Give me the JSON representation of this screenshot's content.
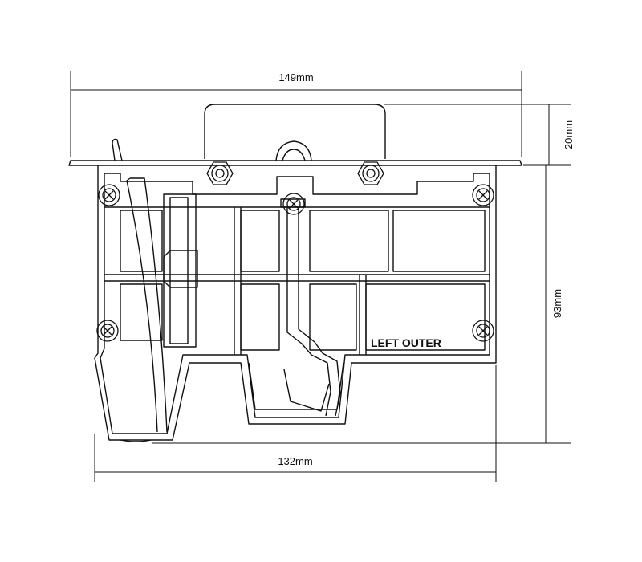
{
  "dimensions": {
    "top_width": "149mm",
    "tab_height": "20mm",
    "body_height": "93mm",
    "bottom_width": "132mm"
  },
  "part_label": "LEFT OUTER",
  "colors": {
    "line": "#111111",
    "background": "#ffffff"
  }
}
